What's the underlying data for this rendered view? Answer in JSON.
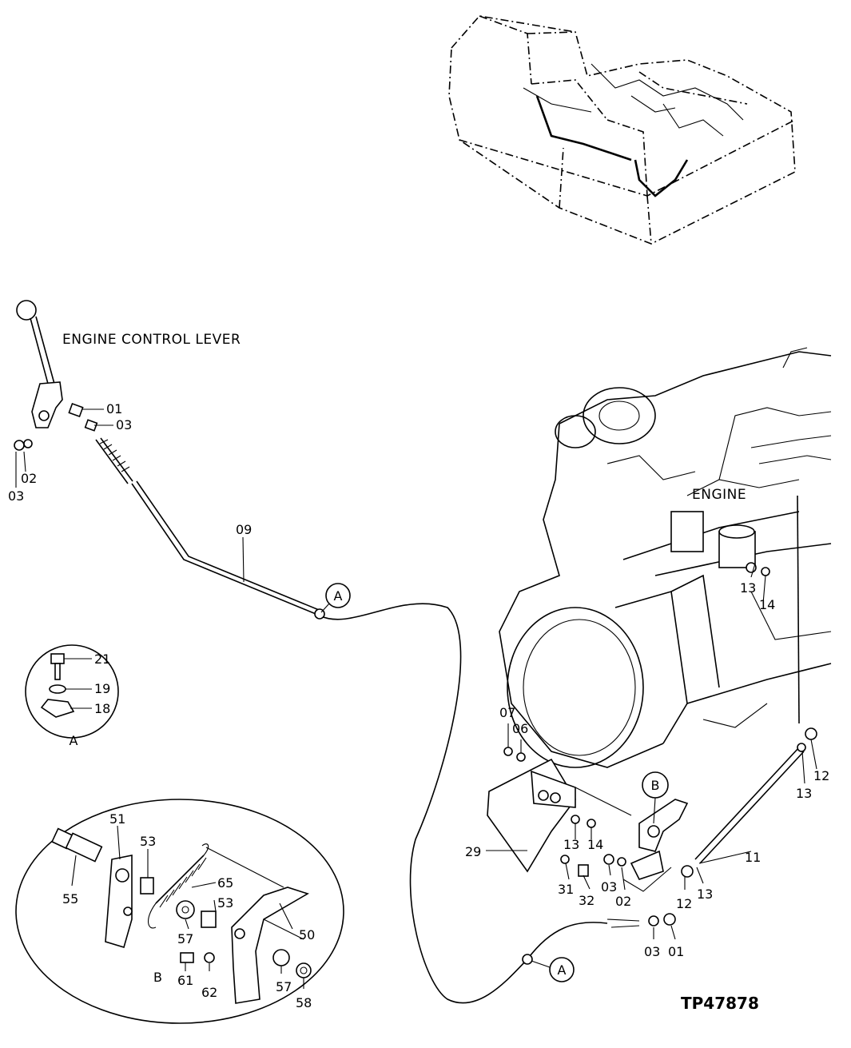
{
  "texts": {
    "engine_control_lever": "ENGINE CONTROL LEVER",
    "engine": "ENGINE",
    "drawing_number": "TP47878",
    "detail_a": "A",
    "detail_b": "B",
    "callout_a": "A",
    "callout_b": "B"
  },
  "parts": {
    "p01": "01",
    "p02": "02",
    "p03": "03",
    "p06": "06",
    "p07": "07",
    "p09": "09",
    "p11": "11",
    "p12": "12",
    "p13": "13",
    "p14": "14",
    "p18": "18",
    "p19": "19",
    "p21": "21",
    "p29": "29",
    "p31": "31",
    "p32": "32",
    "p50": "50",
    "p51": "51",
    "p53": "53",
    "p55": "55",
    "p57": "57",
    "p58": "58",
    "p61": "61",
    "p62": "62",
    "p65": "65"
  }
}
